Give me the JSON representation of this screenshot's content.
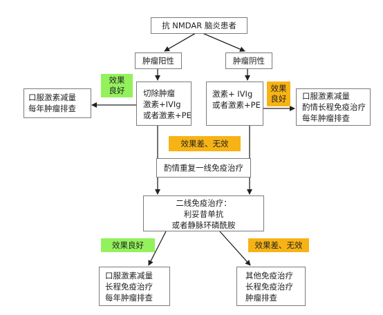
{
  "colors": {
    "green_tag": "#93f15c",
    "orange_tag": "#f7b315",
    "line": "#222222",
    "box_border": "#7a7a7a"
  },
  "nodes": {
    "root": {
      "text": "抗 NMDAR 脑炎患者"
    },
    "tumor_pos": {
      "text": "肿瘤阳性"
    },
    "tumor_neg": {
      "text": "肿瘤阴性"
    },
    "pos_treat": {
      "lines": [
        "切除肿瘤",
        "激素+IVIg",
        "或者激素+PE"
      ]
    },
    "neg_treat": {
      "lines": [
        "激素+ IVIg",
        "或者激素+PE"
      ]
    },
    "pos_good_out": {
      "lines": [
        "口服激素减量",
        "每年肿瘤排查"
      ]
    },
    "neg_good_out": {
      "lines": [
        "口服激素减量",
        "酌情长程免疫治疗",
        "每年肿瘤排查"
      ]
    },
    "repeat": {
      "text": "酌情重复一线免疫治疗"
    },
    "second": {
      "lines": [
        "二线免疫治疗：",
        "利妥昔单抗",
        "或者静脉环磷酰胺"
      ]
    },
    "final_good": {
      "lines": [
        "口服激素减量",
        "长程免疫治疗",
        "每年肿瘤排查"
      ]
    },
    "final_bad": {
      "lines": [
        "其他免疫治疗",
        "长程免疫治疗",
        "肿瘤排查"
      ]
    }
  },
  "tags": {
    "pos_good": {
      "lines": [
        "效果",
        "良好"
      ]
    },
    "neg_good": {
      "lines": [
        "效果",
        "良好"
      ]
    },
    "poor_mid": {
      "text": "效果差、无效"
    },
    "final_good": {
      "text": "效果良好"
    },
    "final_bad": {
      "text": "效果差、无效"
    }
  }
}
